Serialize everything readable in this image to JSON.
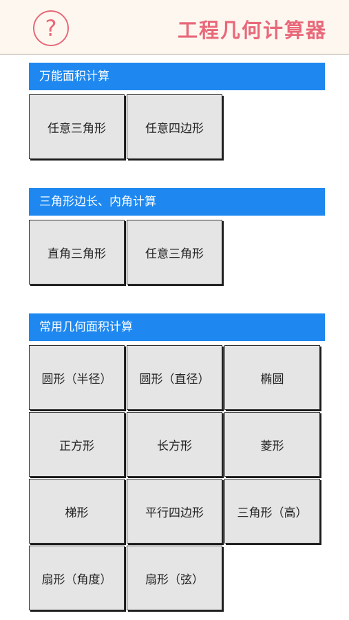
{
  "header": {
    "help_label": "?",
    "title": "工程几何计算器"
  },
  "sections": [
    {
      "title": "万能面积计算",
      "buttons": [
        "任意三角形",
        "任意四边形"
      ]
    },
    {
      "title": "三角形边长、内角计算",
      "buttons": [
        "直角三角形",
        "任意三角形"
      ]
    },
    {
      "title": "常用几何面积计算",
      "buttons": [
        "圆形（半径）",
        "圆形（直径）",
        "椭圆",
        "正方形",
        "长方形",
        "菱形",
        "梯形",
        "平行四边形",
        "三角形（高）",
        "扇形（角度）",
        "扇形（弦）"
      ]
    }
  ]
}
